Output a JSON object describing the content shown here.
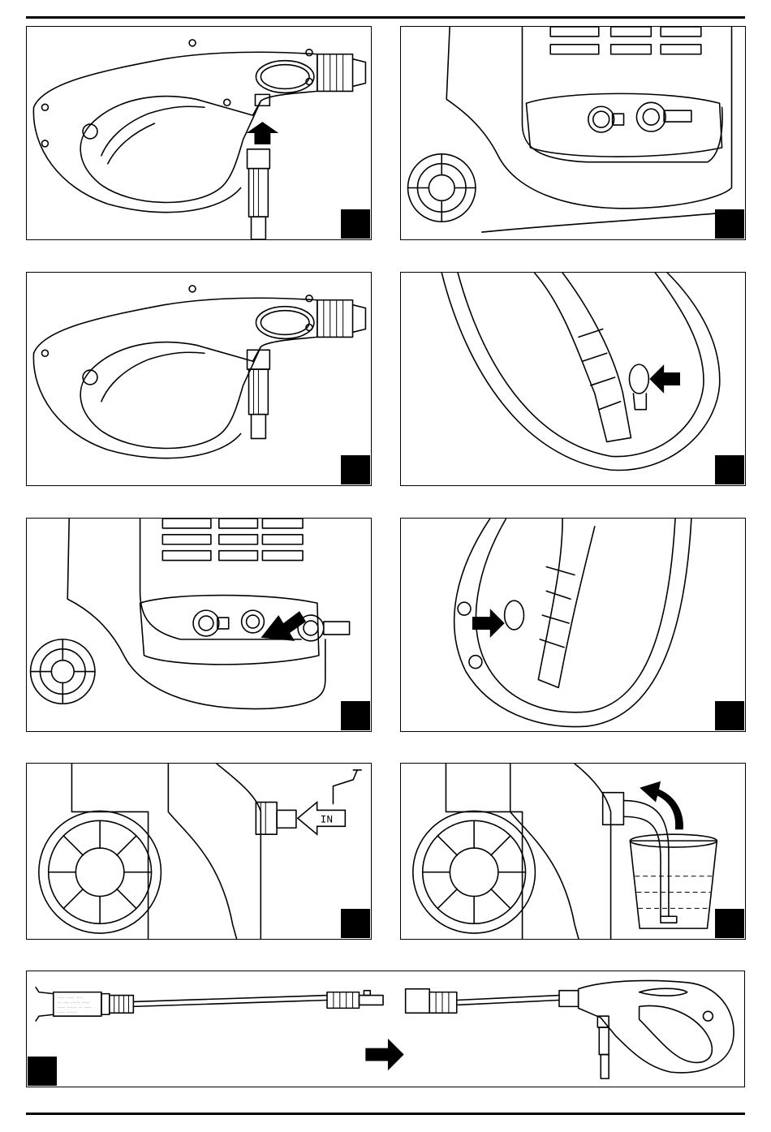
{
  "panels": [
    {
      "id": "p1",
      "subject": "trigger gun with hose connector pushed in from below"
    },
    {
      "id": "p2",
      "subject": "machine front outlets with connectors"
    },
    {
      "id": "p3",
      "subject": "trigger gun with hose connector fitted"
    },
    {
      "id": "p4",
      "subject": "trigger safety lock button (close-up)"
    },
    {
      "id": "p5",
      "subject": "machine front, connector inserted into outlet"
    },
    {
      "id": "p6",
      "subject": "trigger safety lock button pressed (close-up)"
    },
    {
      "id": "p7",
      "subject": "water inlet connection",
      "inlet_label": "IN"
    },
    {
      "id": "p8",
      "subject": "suction hose drawing water from bucket"
    },
    {
      "id": "p9",
      "subject": "lance attached to trigger gun"
    }
  ],
  "icons": [
    "arrow-up-icon",
    "arrow-right-icon",
    "arrow-left-icon",
    "curved-arrow-icon",
    "step-badge-icon"
  ],
  "colors": {
    "ink": "#000000",
    "paper": "#ffffff"
  }
}
